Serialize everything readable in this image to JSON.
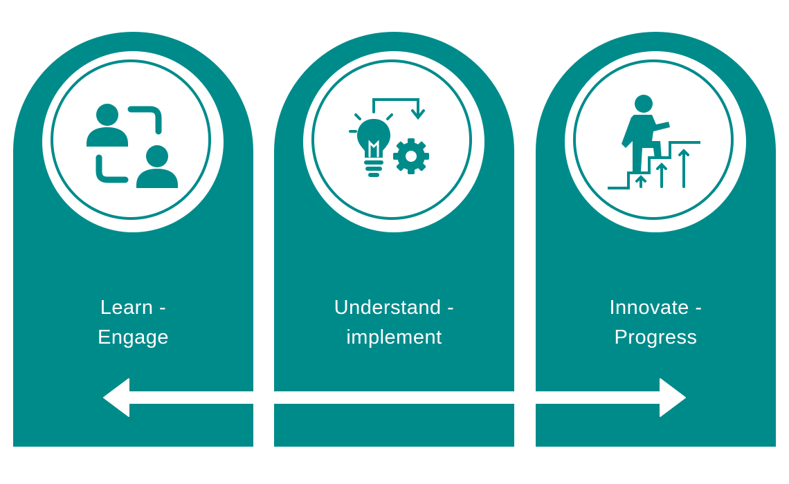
{
  "colors": {
    "teal": "#008b8b",
    "white": "#ffffff"
  },
  "steps": [
    {
      "icon": "people-exchange-icon",
      "line1": "Learn -",
      "line2": "Engage"
    },
    {
      "icon": "lightbulb-gear-icon",
      "line1": "Understand -",
      "line2": "implement"
    },
    {
      "icon": "climbing-stairs-icon",
      "line1": "Innovate -",
      "line2": "Progress"
    }
  ],
  "connector": "double-headed-arrow"
}
